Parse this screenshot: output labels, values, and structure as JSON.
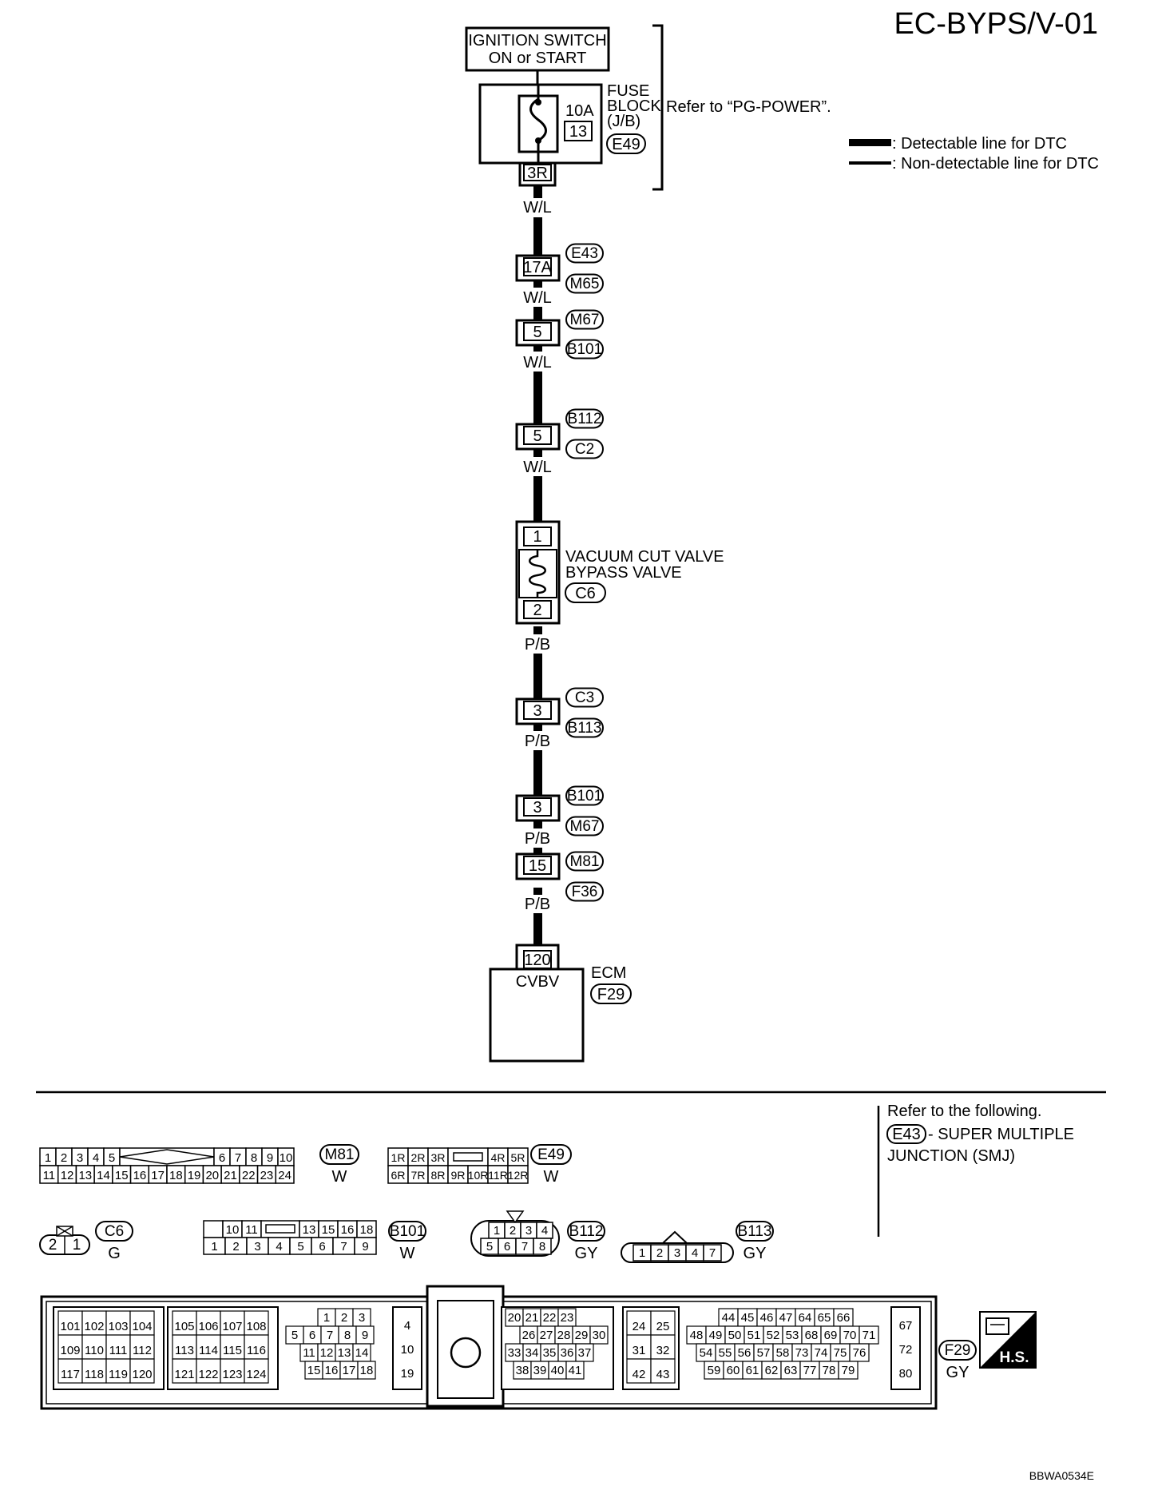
{
  "page_id": "EC-BYPS/V-01",
  "footer_code": "BBWA0534E",
  "legend": {
    "detectable": ": Detectable line for DTC",
    "non_detectable": ": Non-detectable line for DTC"
  },
  "ignition": {
    "line1": "IGNITION SWITCH",
    "line2": "ON or START"
  },
  "fuse_block": {
    "line1": "FUSE",
    "line2": "BLOCK",
    "line3": "(J/B)",
    "rating": "10A",
    "fuse_no": "13",
    "conn": "E49",
    "terminal": "3R"
  },
  "refer_power": "Refer to “PG-POWER”.",
  "wires": {
    "wl": "W/L",
    "pb": "P/B"
  },
  "connectors": {
    "c17a": {
      "pin": "17A",
      "top": "E43",
      "bottom": "M65"
    },
    "c5a": {
      "pin": "5",
      "top": "M67",
      "bottom": "B101"
    },
    "c5b": {
      "pin": "5",
      "top": "B112",
      "bottom": "C2"
    },
    "c3a": {
      "pin": "3",
      "top": "C3",
      "bottom": "B113"
    },
    "c3b": {
      "pin": "3",
      "top": "B101",
      "bottom": "M67"
    },
    "c15": {
      "pin": "15",
      "top": "M81",
      "bottom": "F36"
    }
  },
  "valve": {
    "line1": "VACUUM CUT VALVE",
    "line2": "BYPASS VALVE",
    "conn": "C6",
    "pin_top": "1",
    "pin_bottom": "2"
  },
  "ecm": {
    "label": "ECM",
    "conn": "F29",
    "pin": "120",
    "signal": "CVBV"
  },
  "refer_following": {
    "line1": "Refer to the following.",
    "conn": "E43",
    "line2": "- SUPER MULTIPLE",
    "line3": "JUNCTION (SMJ)"
  },
  "connector_views": {
    "m81": {
      "name": "M81",
      "color": "W",
      "row1": [
        "1",
        "2",
        "3",
        "4",
        "5",
        "6",
        "7",
        "8",
        "9",
        "10"
      ],
      "row2": [
        "11",
        "12",
        "13",
        "14",
        "15",
        "16",
        "17",
        "18",
        "19",
        "20",
        "21",
        "22",
        "23",
        "24"
      ]
    },
    "e49": {
      "name": "E49",
      "color": "W",
      "row1": [
        "1R",
        "2R",
        "3R",
        "4R",
        "5R"
      ],
      "row2": [
        "6R",
        "7R",
        "8R",
        "9R",
        "10R",
        "11R",
        "12R"
      ]
    },
    "c6": {
      "name": "C6",
      "color": "G",
      "pins": [
        "2",
        "1"
      ]
    },
    "b101": {
      "name": "B101",
      "color": "W",
      "row1": [
        "10",
        "11",
        "13",
        "15",
        "16",
        "18"
      ],
      "row2": [
        "1",
        "2",
        "3",
        "4",
        "5",
        "6",
        "7",
        "9"
      ]
    },
    "b112": {
      "name": "B112",
      "color": "GY",
      "row1": [
        "1",
        "2",
        "3",
        "4"
      ],
      "row2": [
        "5",
        "6",
        "7",
        "8"
      ]
    },
    "b113": {
      "name": "B113",
      "color": "GY",
      "pins": [
        "1",
        "2",
        "3",
        "4",
        "7"
      ]
    },
    "f29": {
      "name": "F29",
      "color": "GY",
      "g1": [
        [
          "101",
          "102",
          "103",
          "104"
        ],
        [
          "109",
          "110",
          "111",
          "112"
        ],
        [
          "117",
          "118",
          "119",
          "120"
        ]
      ],
      "g2": [
        [
          "105",
          "106",
          "107",
          "108"
        ],
        [
          "113",
          "114",
          "115",
          "116"
        ],
        [
          "121",
          "122",
          "123",
          "124"
        ]
      ],
      "g3": [
        [
          "1",
          "2",
          "3"
        ],
        [
          "5",
          "6",
          "7",
          "8",
          "9"
        ],
        [
          "11",
          "12",
          "13",
          "14"
        ],
        [
          "15",
          "16",
          "17",
          "18"
        ]
      ],
      "g4": [
        "4",
        "10",
        "19"
      ],
      "g5": [
        [
          "20",
          "21",
          "22",
          "23"
        ],
        [
          "26",
          "27",
          "28",
          "29",
          "30"
        ],
        [
          "33",
          "34",
          "35",
          "36",
          "37"
        ],
        [
          "38",
          "39",
          "40",
          "41"
        ]
      ],
      "g6": [
        [
          "24",
          "25"
        ],
        [
          "31",
          "32"
        ],
        [
          "42",
          "43"
        ]
      ],
      "g7": [
        [
          "44",
          "45",
          "46",
          "47",
          "64",
          "65",
          "66"
        ],
        [
          "48",
          "49",
          "50",
          "51",
          "52",
          "53",
          "68",
          "69",
          "70",
          "71"
        ],
        [
          "54",
          "55",
          "56",
          "57",
          "58",
          "73",
          "74",
          "75",
          "76"
        ],
        [
          "59",
          "60",
          "61",
          "62",
          "63",
          "77",
          "78",
          "79"
        ]
      ],
      "g8": [
        "67",
        "72",
        "80"
      ]
    }
  },
  "hs_badge": "H.S."
}
